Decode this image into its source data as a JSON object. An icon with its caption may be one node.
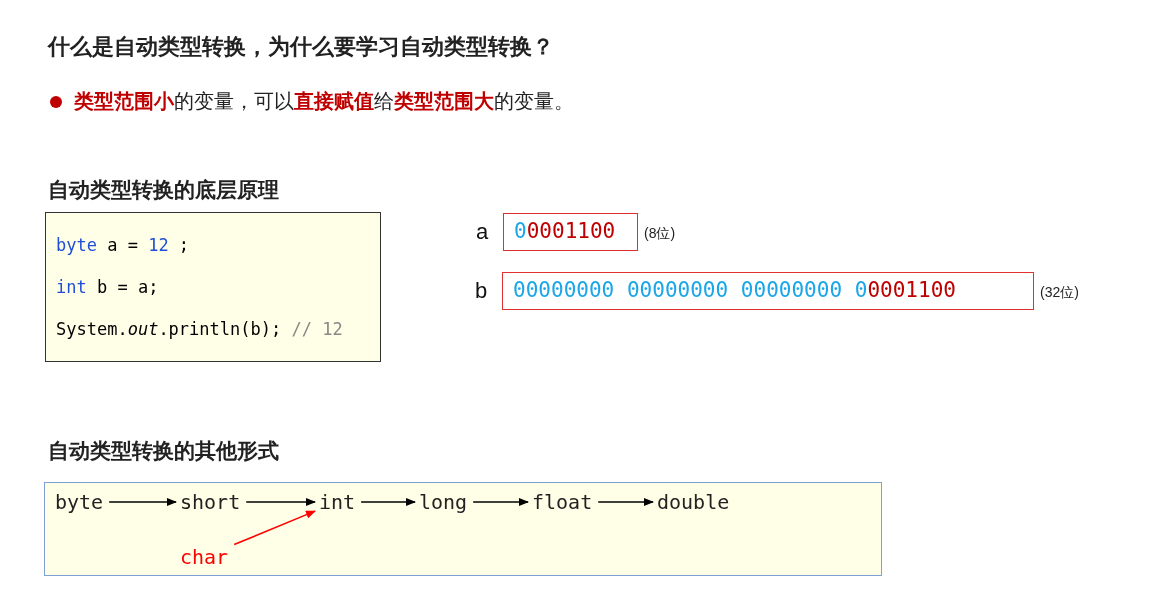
{
  "diagram": {
    "title": "什么是自动类型转换，为什么要学习自动类型转换？",
    "nodes": [
      {
        "text": [
          "byte a = 12 ;",
          "int b = a;",
          "System.*out*.println(b); // 12"
        ]
      },
      {
        "text": [
          "00001100"
        ],
        "beside": [
          "a",
          "(8位)"
        ]
      },
      {
        "text": [
          "00000000 00000000 00000000 00001100"
        ],
        "beside": [
          "b",
          "(32位)"
        ]
      },
      {
        "text": [],
        "shape": "box"
      },
      {
        "text": [
          "byte"
        ],
        "in": 3
      },
      {
        "text": [
          "short"
        ],
        "in": 3
      },
      {
        "text": [
          "int"
        ],
        "in": 3
      },
      {
        "text": [
          "long"
        ],
        "in": 3
      },
      {
        "text": [
          "float"
        ],
        "in": 3
      },
      {
        "text": [
          "double"
        ],
        "in": 3
      },
      {
        "text": [
          "char"
        ],
        "in": 3
      }
    ],
    "edges": [
      {
        "from": 4,
        "to": 5,
        "arrow": "to"
      },
      {
        "from": 5,
        "to": 6,
        "arrow": "to"
      },
      {
        "from": 6,
        "to": 7,
        "arrow": "to"
      },
      {
        "from": 7,
        "to": 8,
        "arrow": "to"
      },
      {
        "from": 8,
        "to": 9,
        "arrow": "to"
      },
      {
        "from": 10,
        "to": 6,
        "arrow": "to",
        "color": "#ff0000"
      }
    ],
    "labels": [
      "**类型范围小**的变量，可以**直接赋值**给**类型范围大**的变量。",
      "自动类型转换的底层原理",
      "自动类型转换的其他形式"
    ]
  }
}
